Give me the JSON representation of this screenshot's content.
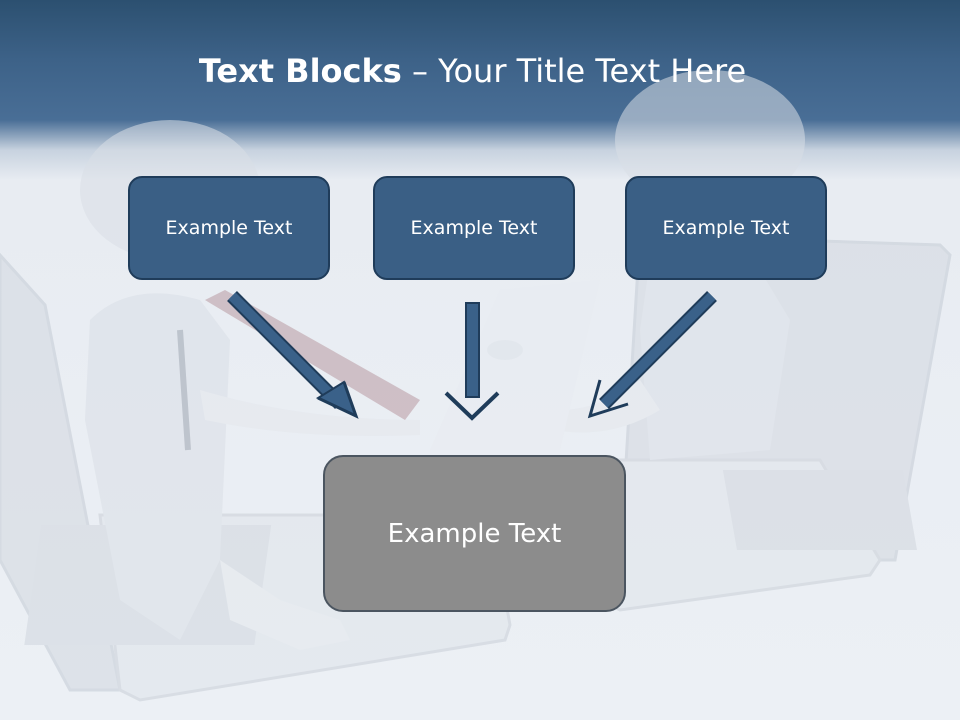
{
  "title": {
    "bold": "Text Blocks",
    "separator": " – ",
    "rest": "Your Title Text Here"
  },
  "boxes": {
    "left": "Example Text",
    "center": "Example Text",
    "right": "Example Text",
    "bottom": "Example Text"
  },
  "colors": {
    "header": "#3d6288",
    "box_fill": "#3a5f85",
    "box_border": "#1f3c5a",
    "bottom_fill": "#8c8c8c",
    "arrow": "#2f577f"
  }
}
